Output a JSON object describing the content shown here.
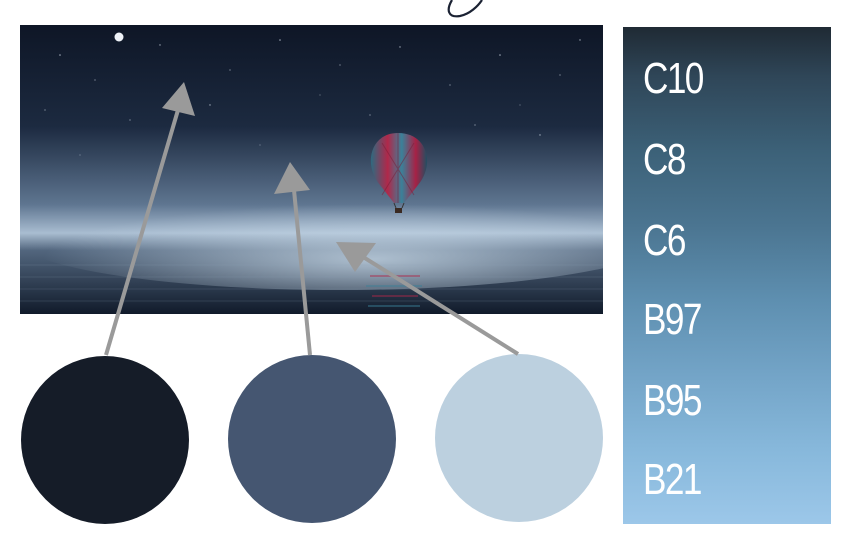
{
  "palette": {
    "swatches": [
      {
        "color": "#151c28"
      },
      {
        "color": "#455671"
      },
      {
        "color": "#bcd0df"
      }
    ]
  },
  "marker_strip": {
    "labels": [
      "C10",
      "C8",
      "C6",
      "B97",
      "B95",
      "B21"
    ]
  }
}
